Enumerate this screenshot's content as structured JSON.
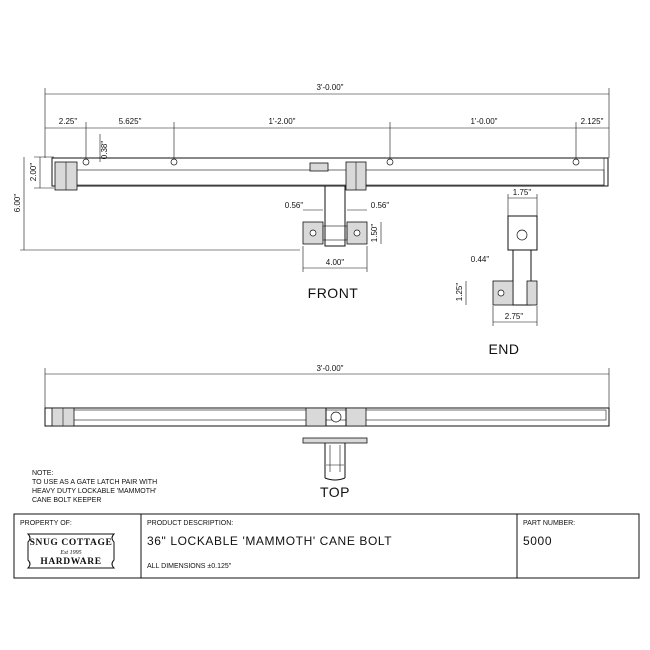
{
  "front": {
    "overall_length": "3'-0.00\"",
    "seg_1": "2.25\"",
    "seg_2": "5.625\"",
    "seg_3": "1'-2.00\"",
    "seg_4": "1'-0.00\"",
    "seg_5": "2.125\"",
    "hole_offset": "0.38\"",
    "bar_height": "2.00\"",
    "total_height": "6.00\"",
    "keeper_gap_left": "0.56\"",
    "keeper_gap_right": "0.56\"",
    "keeper_height": "1.50\"",
    "keeper_width": "4.00\"",
    "label": "FRONT"
  },
  "end": {
    "width_top": "1.75\"",
    "offset": "0.44\"",
    "height": "1.25\"",
    "width_bottom": "2.75\"",
    "label": "END"
  },
  "top": {
    "overall_length": "3'-0.00\"",
    "label": "TOP"
  },
  "note": {
    "line1": "NOTE:",
    "line2": "TO USE AS A GATE LATCH PAIR WITH",
    "line3": "HEAVY DUTY LOCKABLE 'MAMMOTH'",
    "line4": "CANE BOLT KEEPER"
  },
  "title_block": {
    "property_label": "PROPERTY OF:",
    "logo_line1": "SNUG COTTAGE",
    "logo_line2": "Est 1995",
    "logo_line3": "HARDWARE",
    "description_label": "PRODUCT DESCRIPTION:",
    "description": "36\" LOCKABLE 'MAMMOTH' CANE BOLT",
    "tolerance": "ALL DIMENSIONS ±0.125\"",
    "part_label": "PART NUMBER:",
    "part_number": "5000"
  }
}
